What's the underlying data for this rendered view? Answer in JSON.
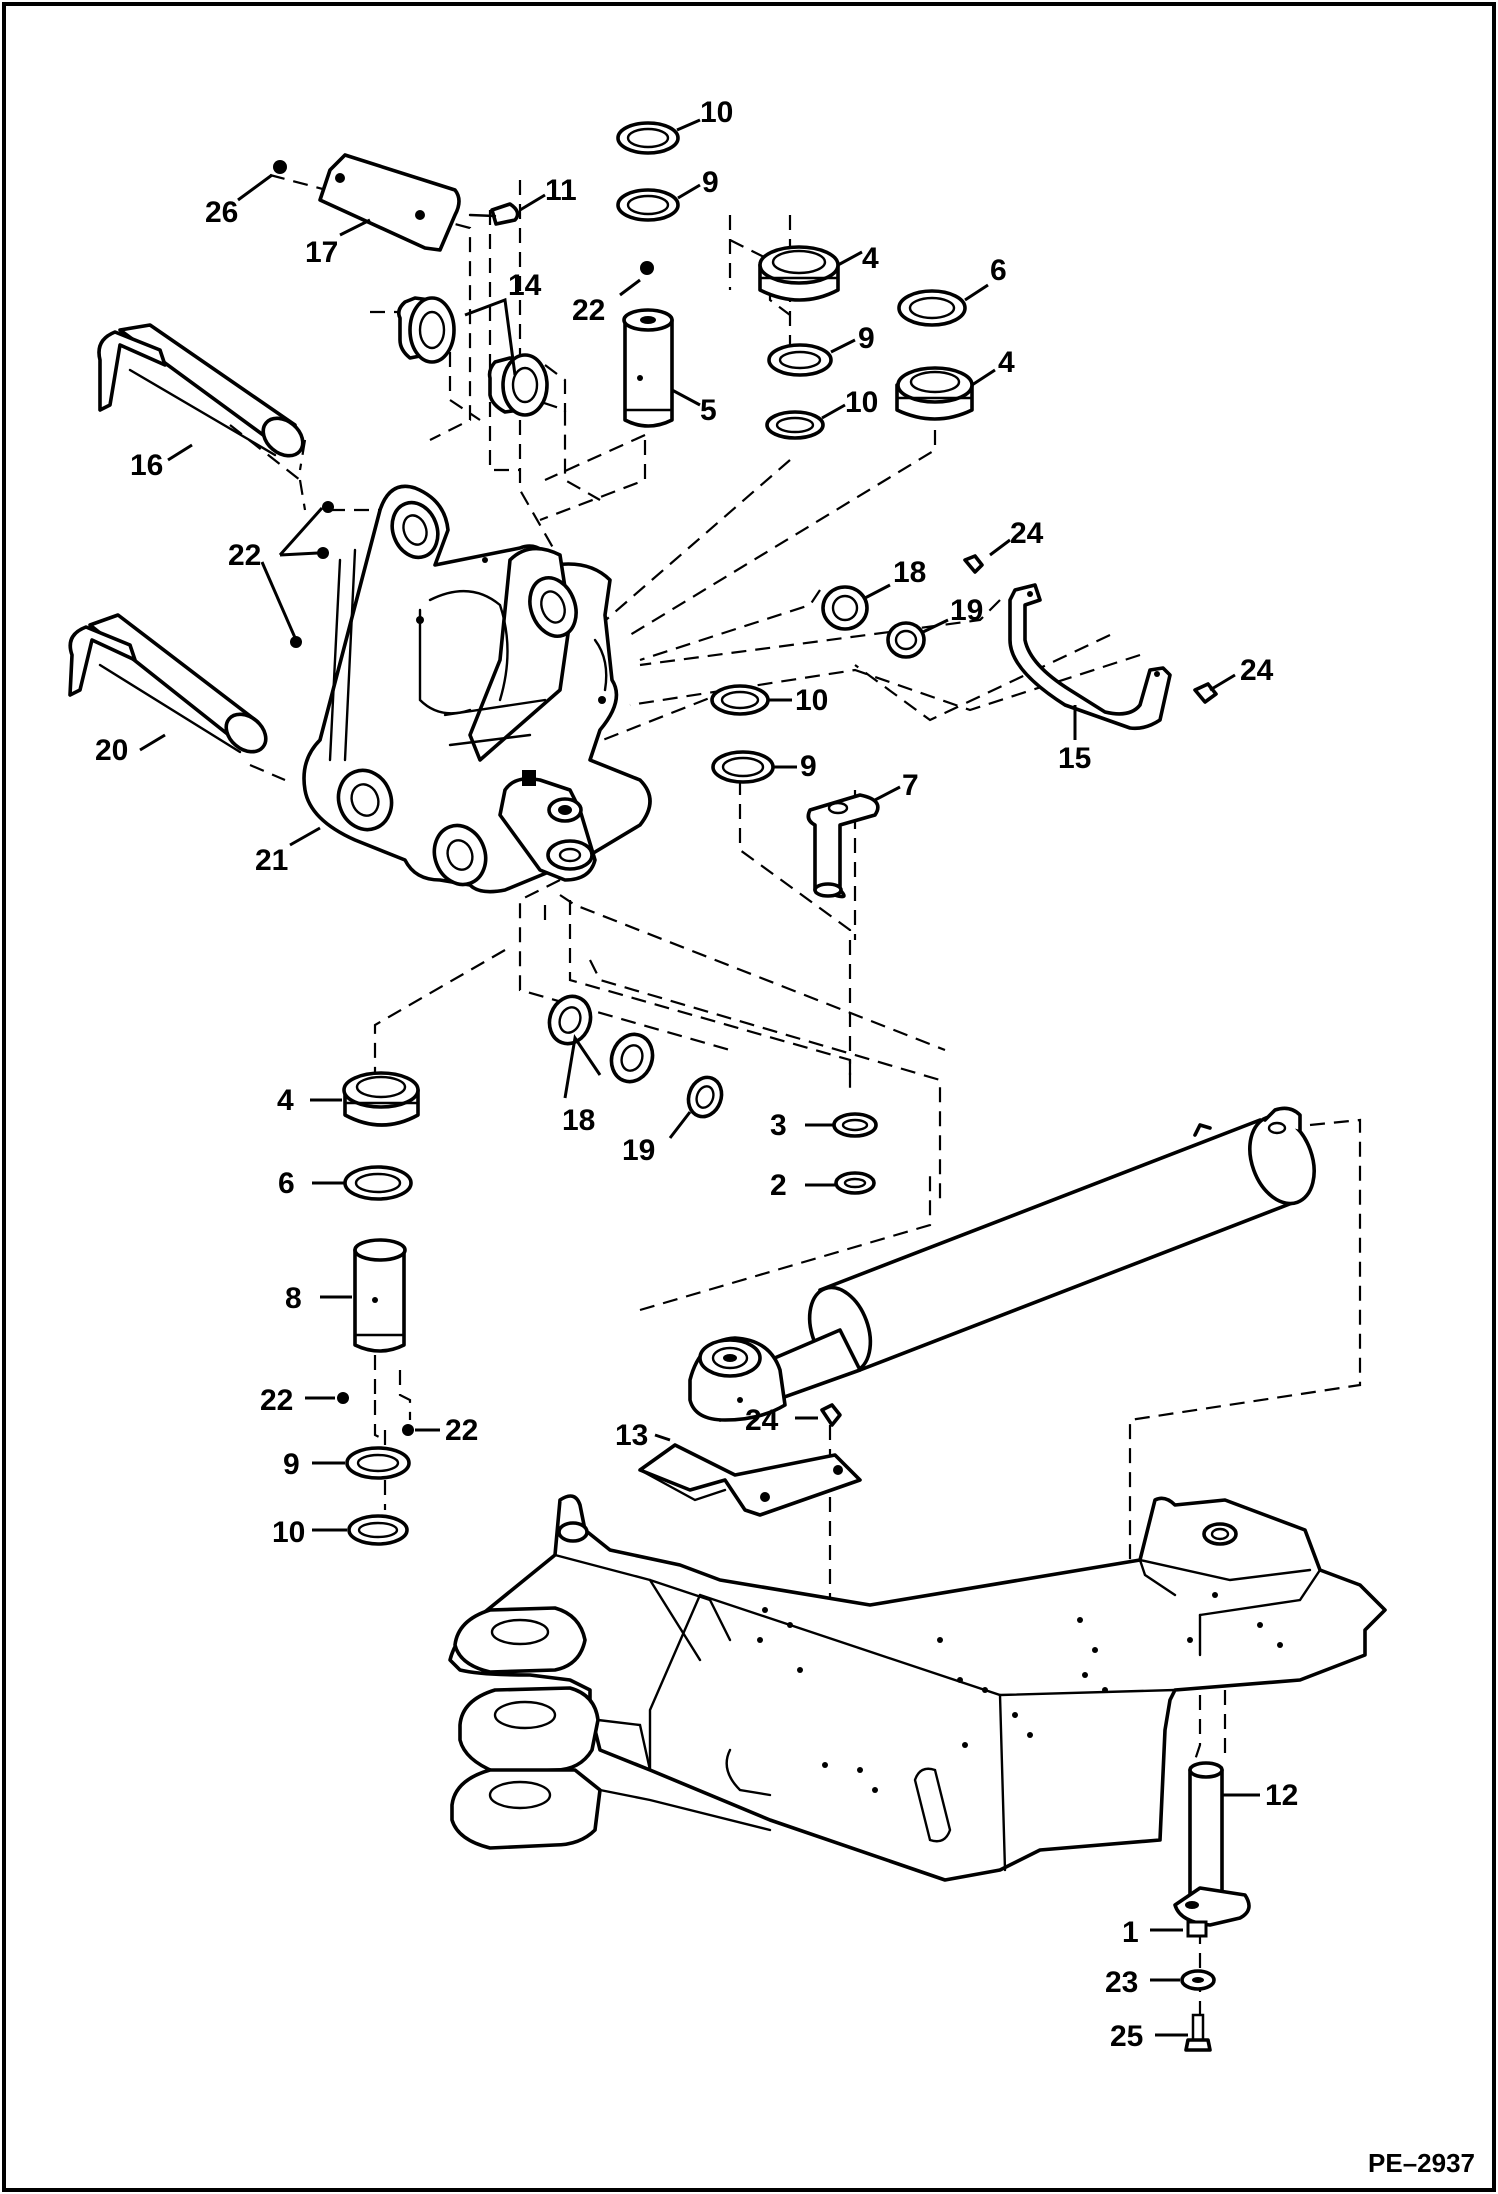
{
  "drawing_code": "PE–2937",
  "callouts": [
    {
      "id": "c26",
      "text": "26"
    },
    {
      "id": "c17",
      "text": "17"
    },
    {
      "id": "c11",
      "text": "11"
    },
    {
      "id": "c10a",
      "text": "10"
    },
    {
      "id": "c9a",
      "text": "9"
    },
    {
      "id": "c22a",
      "text": "22"
    },
    {
      "id": "c5",
      "text": "5"
    },
    {
      "id": "c14",
      "text": "14"
    },
    {
      "id": "c4a",
      "text": "4"
    },
    {
      "id": "c9b",
      "text": "9"
    },
    {
      "id": "c10b",
      "text": "10"
    },
    {
      "id": "c6a",
      "text": "6"
    },
    {
      "id": "c4b",
      "text": "4"
    },
    {
      "id": "c16",
      "text": "16"
    },
    {
      "id": "c22b",
      "text": "22"
    },
    {
      "id": "c24a",
      "text": "24"
    },
    {
      "id": "c18a",
      "text": "18"
    },
    {
      "id": "c19a",
      "text": "19"
    },
    {
      "id": "c24b",
      "text": "24"
    },
    {
      "id": "c15",
      "text": "15"
    },
    {
      "id": "c10c",
      "text": "10"
    },
    {
      "id": "c9c",
      "text": "9"
    },
    {
      "id": "c7",
      "text": "7"
    },
    {
      "id": "c20",
      "text": "20"
    },
    {
      "id": "c21",
      "text": "21"
    },
    {
      "id": "c4c",
      "text": "4"
    },
    {
      "id": "c18b",
      "text": "18"
    },
    {
      "id": "c19b",
      "text": "19"
    },
    {
      "id": "c3",
      "text": "3"
    },
    {
      "id": "c2",
      "text": "2"
    },
    {
      "id": "c6b",
      "text": "6"
    },
    {
      "id": "c8",
      "text": "8"
    },
    {
      "id": "c22c",
      "text": "22"
    },
    {
      "id": "c22d",
      "text": "22"
    },
    {
      "id": "c9d",
      "text": "9"
    },
    {
      "id": "c10d",
      "text": "10"
    },
    {
      "id": "c13",
      "text": "13"
    },
    {
      "id": "c24c",
      "text": "24"
    },
    {
      "id": "c12",
      "text": "12"
    },
    {
      "id": "c1",
      "text": "1"
    },
    {
      "id": "c23",
      "text": "23"
    },
    {
      "id": "c25",
      "text": "25"
    }
  ]
}
